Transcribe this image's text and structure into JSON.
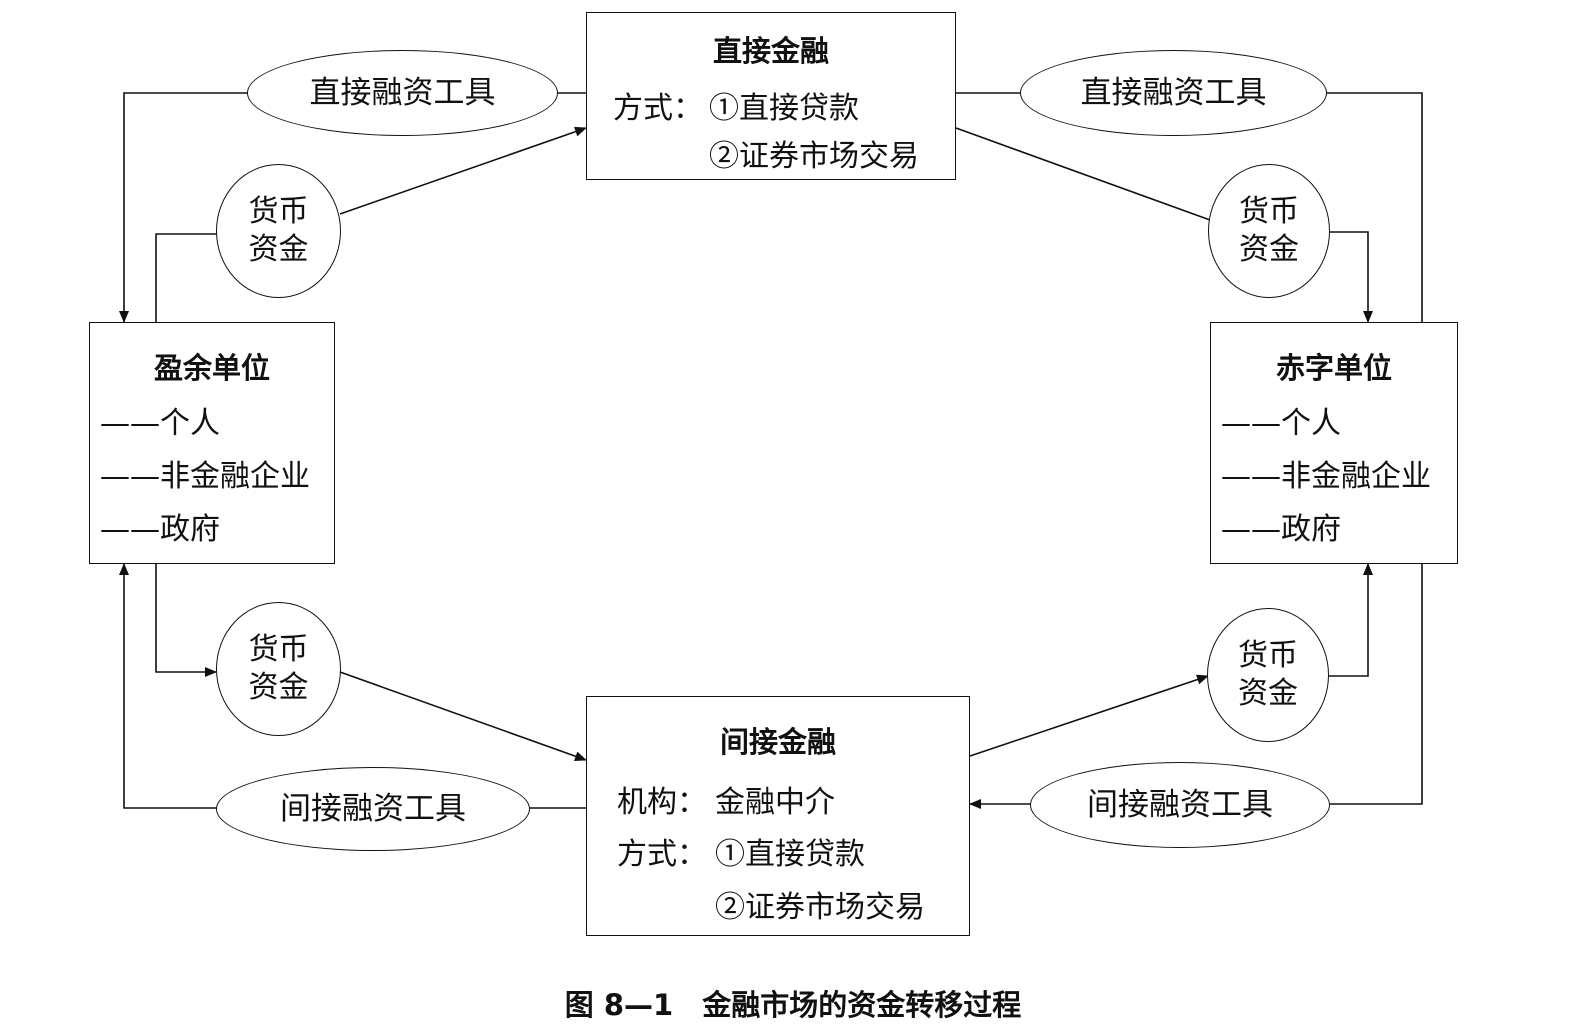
{
  "direct_finance": {
    "title": "直接金融",
    "method_label": "方式：",
    "method_1": "①直接贷款",
    "method_2": "②证券市场交易"
  },
  "indirect_finance": {
    "title": "间接金融",
    "institution_label": "机构：",
    "institution": "金融中介",
    "method_label": "方式：",
    "method_1": "①直接贷款",
    "method_2": "②证券市场交易"
  },
  "surplus_unit": {
    "title": "盈余单位",
    "items": [
      "——个人",
      "——非金融企业",
      "——政府"
    ]
  },
  "deficit_unit": {
    "title": "赤字单位",
    "items": [
      "——个人",
      "——非金融企业",
      "——政府"
    ]
  },
  "ellipses": {
    "direct_tool_left": "直接融资工具",
    "direct_tool_right": "直接融资工具",
    "indirect_tool_left": "间接融资工具",
    "indirect_tool_right": "间接融资工具",
    "money_tl_1": "货币",
    "money_tl_2": "资金",
    "money_tr_1": "货币",
    "money_tr_2": "资金",
    "money_bl_1": "货币",
    "money_bl_2": "资金",
    "money_br_1": "货币",
    "money_br_2": "资金"
  },
  "caption": "图 8—1　金融市场的资金转移过程"
}
